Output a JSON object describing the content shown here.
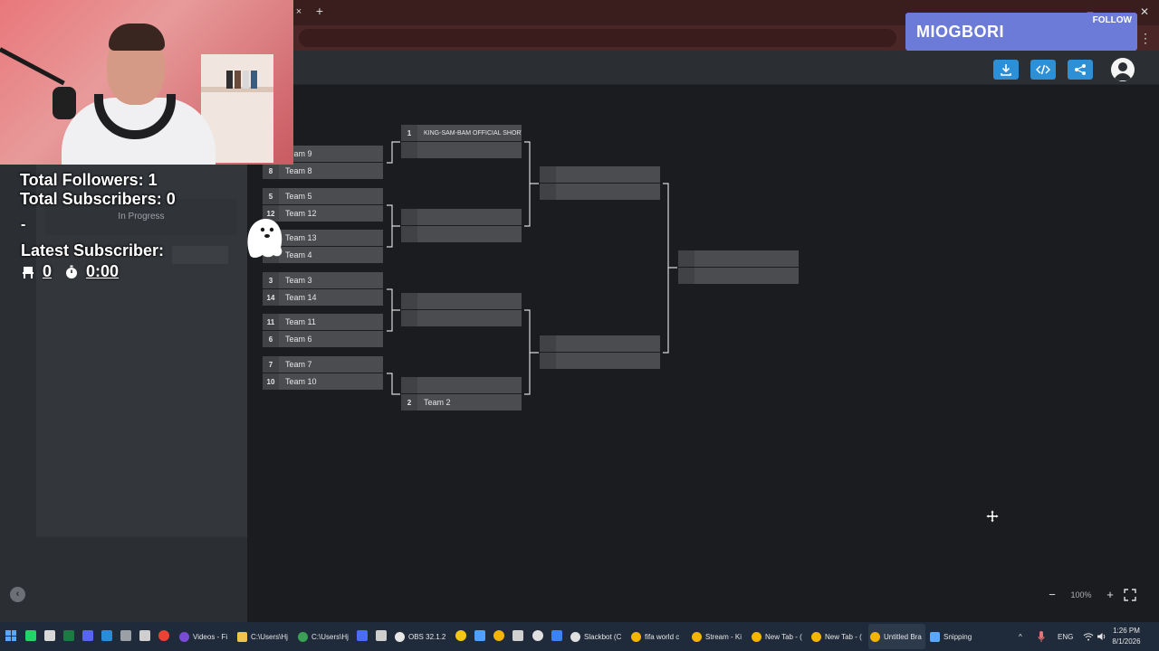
{
  "browser": {
    "tab_close": "×",
    "new_tab": "+",
    "minimize": "–",
    "close": "✕",
    "menu": "⋮"
  },
  "sidebar": {
    "status": "In Progress",
    "back": "‹"
  },
  "overlay": {
    "total_followers": "Total Followers: 1",
    "total_subscribers": "Total Subscribers: 0",
    "dash": "-",
    "latest_subscriber_label": "Latest Subscriber:",
    "counter_count": "0",
    "counter_time": "0:00"
  },
  "banner": {
    "name": "MIOGBORI",
    "follow": "FOLLOW"
  },
  "toolbar": {
    "icons": [
      "download-icon",
      "code-icon",
      "share-icon"
    ],
    "accent": "#2d8fd6"
  },
  "bracket": {
    "round1": [
      {
        "top": {
          "seed": "",
          "name": "Team 9"
        },
        "bottom": {
          "seed": "8",
          "name": "Team 8"
        }
      },
      {
        "top": {
          "seed": "5",
          "name": "Team 5"
        },
        "bottom": {
          "seed": "12",
          "name": "Team 12"
        }
      },
      {
        "top": {
          "seed": "",
          "name": "Team 13"
        },
        "bottom": {
          "seed": "",
          "name": "Team 4"
        }
      },
      {
        "top": {
          "seed": "3",
          "name": "Team 3"
        },
        "bottom": {
          "seed": "14",
          "name": "Team 14"
        }
      },
      {
        "top": {
          "seed": "11",
          "name": "Team 11"
        },
        "bottom": {
          "seed": "6",
          "name": "Team 6"
        }
      },
      {
        "top": {
          "seed": "7",
          "name": "Team 7"
        },
        "bottom": {
          "seed": "10",
          "name": "Team 10"
        }
      }
    ],
    "round2": [
      {
        "top": {
          "seed": "1",
          "name": "KING-SAM-BAM OFFICIAL SHORT"
        },
        "bottom": {
          "seed": "",
          "name": ""
        }
      },
      {
        "top": {
          "seed": "",
          "name": ""
        },
        "bottom": {
          "seed": "",
          "name": ""
        }
      },
      {
        "top": {
          "seed": "",
          "name": ""
        },
        "bottom": {
          "seed": "",
          "name": ""
        }
      },
      {
        "top": {
          "seed": "",
          "name": ""
        },
        "bottom": {
          "seed": "2",
          "name": "Team 2"
        }
      }
    ]
  },
  "zoom": {
    "minus": "−",
    "level": "100%",
    "plus": "+"
  },
  "taskbar": {
    "items": [
      "Videos - Fi",
      "C:\\Users\\Hj",
      "C:\\Users\\Hj",
      "OBS 32.1.2",
      "Slackbot (C",
      "fifa world c",
      "Stream - Ki",
      "New Tab - (",
      "New Tab - (",
      "Untitled Bra",
      "Snipping"
    ],
    "lang": "ENG",
    "time": "1:26 PM",
    "date": "8/1/2026"
  }
}
